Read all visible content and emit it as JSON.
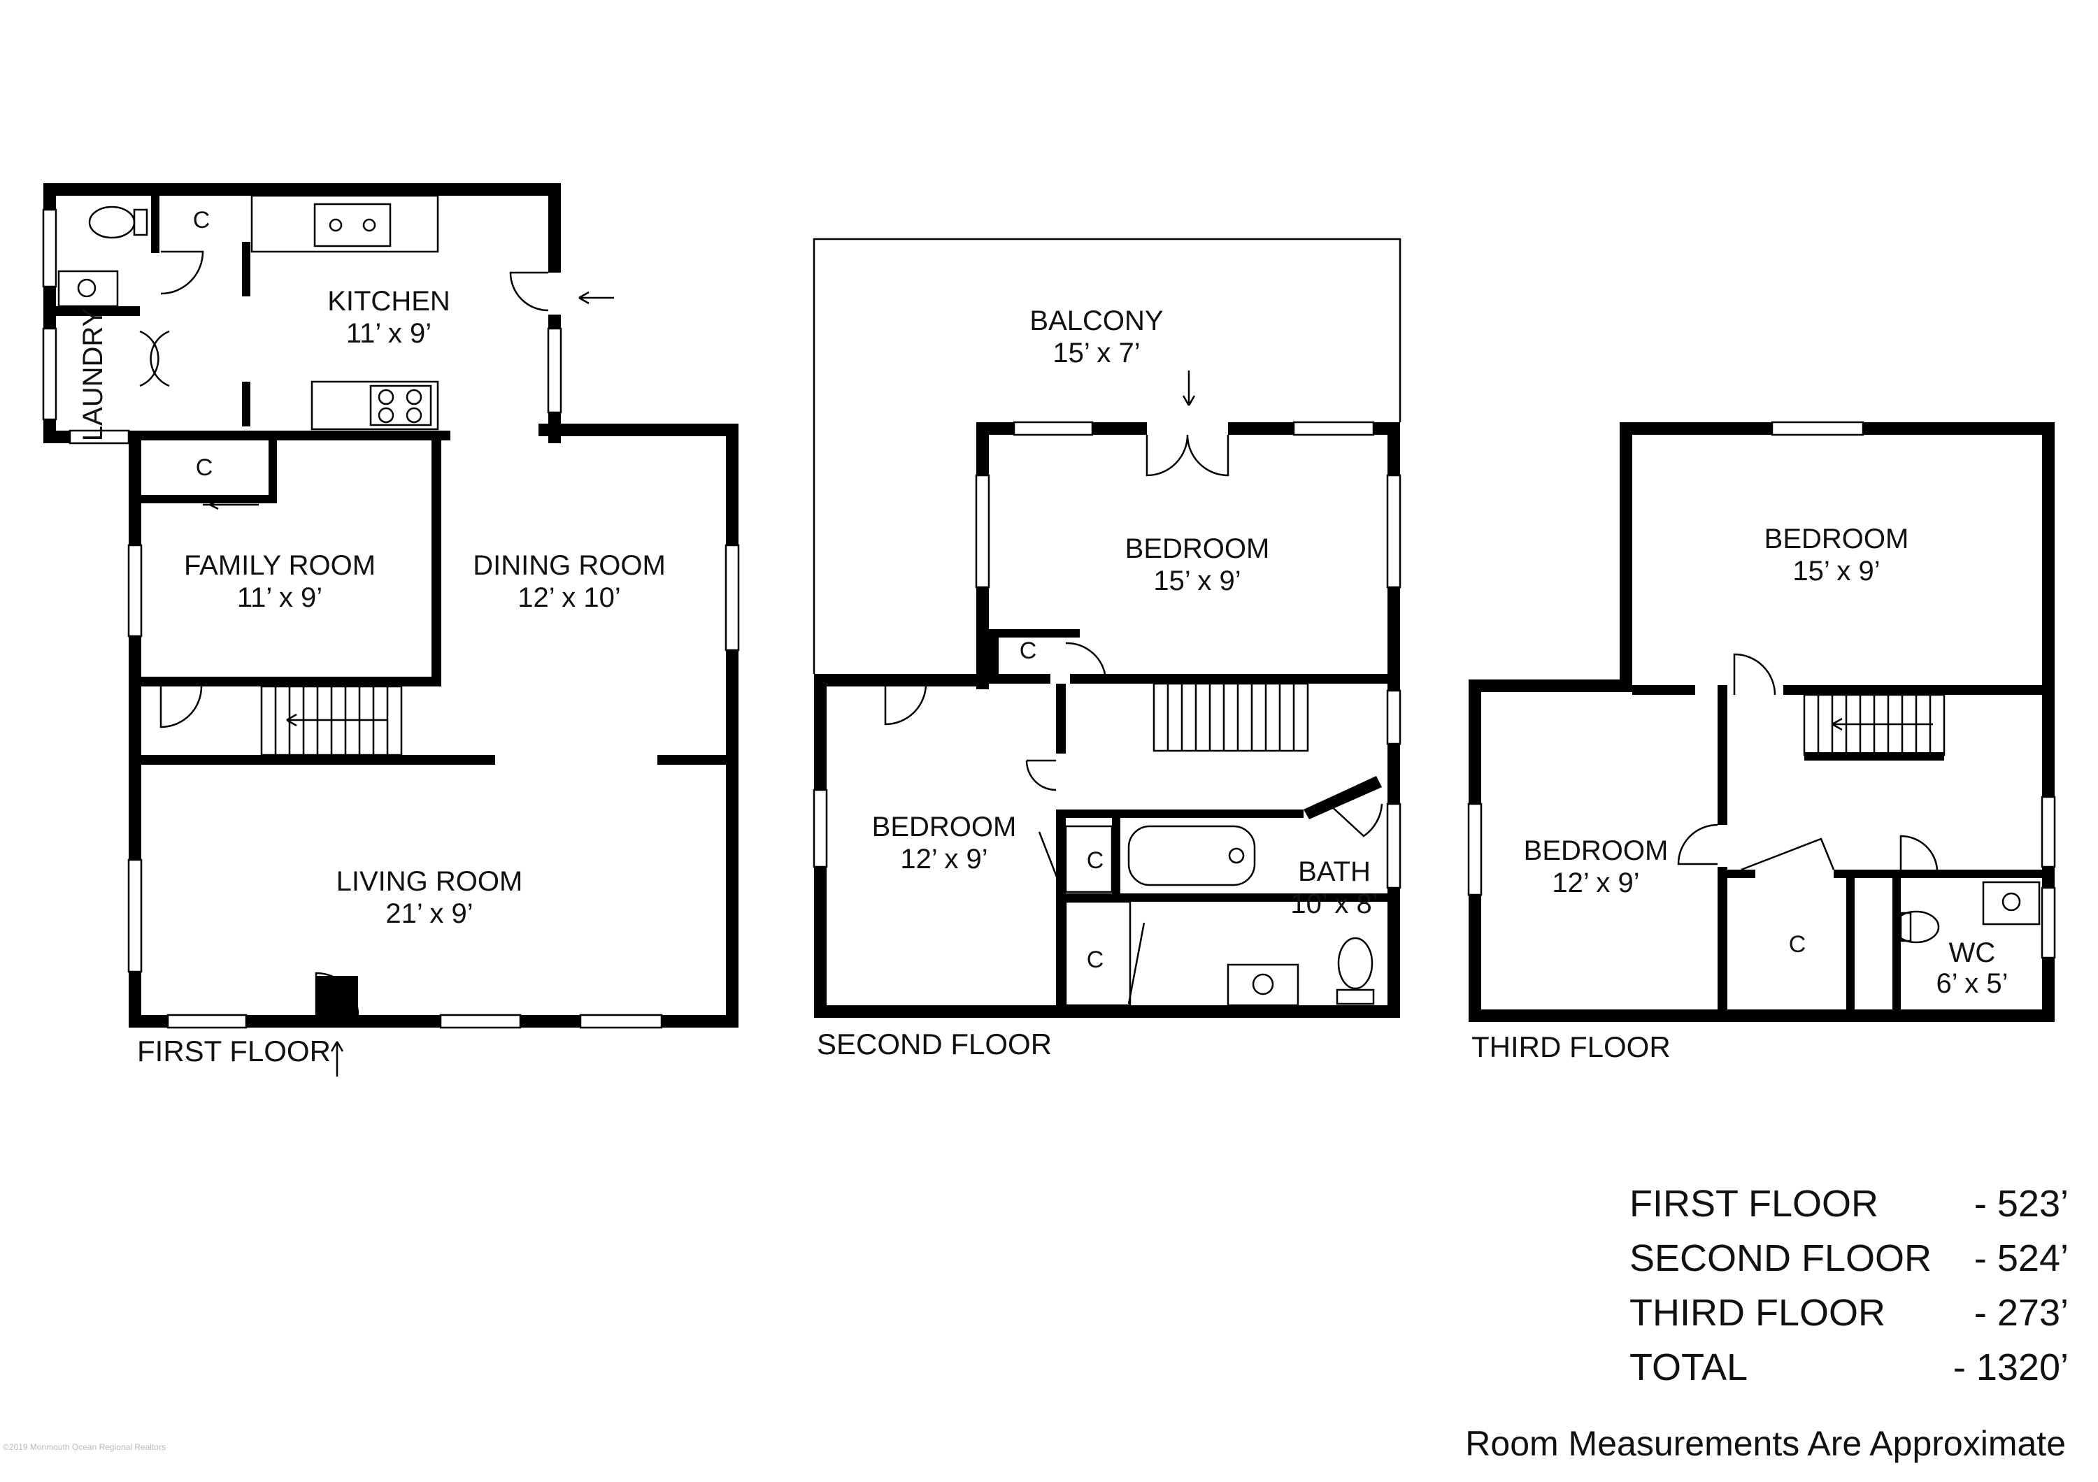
{
  "first_floor": {
    "label": "FIRST FLOOR",
    "rooms": {
      "kitchen": {
        "name": "KITCHEN",
        "size": "11’ x 9’"
      },
      "family_room": {
        "name": "FAMILY ROOM",
        "size": "11’ x 9’"
      },
      "dining_room": {
        "name": "DINING ROOM",
        "size": "12’ x 10’"
      },
      "living_room": {
        "name": "LIVING ROOM",
        "size": "21’ x 9’"
      },
      "laundry": {
        "name": "LAUNDRY"
      },
      "closet_label": "C"
    }
  },
  "second_floor": {
    "label": "SECOND FLOOR",
    "rooms": {
      "balcony": {
        "name": "BALCONY",
        "size": "15’ x 7’"
      },
      "bedroom_1": {
        "name": "BEDROOM",
        "size": "15’ x 9’"
      },
      "bedroom_2": {
        "name": "BEDROOM",
        "size": "12’ x 9’"
      },
      "bath": {
        "name": "BATH",
        "size": "10’ x 8’"
      },
      "closet_label": "C"
    }
  },
  "third_floor": {
    "label": "THIRD FLOOR",
    "rooms": {
      "bedroom_1": {
        "name": "BEDROOM",
        "size": "15’ x 9’"
      },
      "bedroom_2": {
        "name": "BEDROOM",
        "size": "12’ x 9’"
      },
      "wc": {
        "name": "WC",
        "size": "6’ x 5’"
      },
      "closet_label": "C"
    }
  },
  "summary": {
    "first": {
      "label": "FIRST FLOOR",
      "value": "- 523’"
    },
    "second": {
      "label": "SECOND FLOOR",
      "value": "- 524’"
    },
    "third": {
      "label": "THIRD FLOOR",
      "value": "- 273’"
    },
    "total": {
      "label": "TOTAL",
      "value": "- 1320’"
    }
  },
  "disclaimer": "Room Measurements Are Approximate",
  "watermark": "©2019 Monmouth Ocean Regional Realtors"
}
